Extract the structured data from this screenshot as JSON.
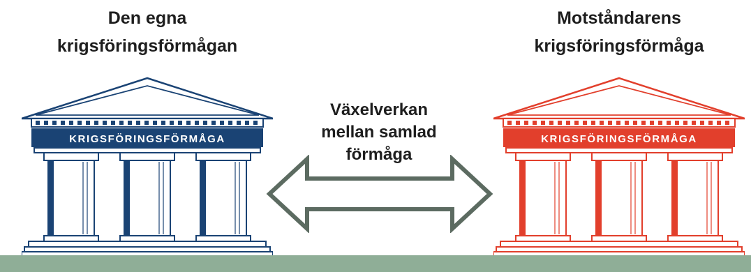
{
  "left": {
    "heading_line1": "Den egna",
    "heading_line2": "krigsföringsförmågan",
    "banner": "KRIGSFÖRINGSFÖRMÅGA",
    "color": "#1a4374"
  },
  "right": {
    "heading_line1": "Motståndarens",
    "heading_line2": "krigsföringsförmåga",
    "banner": "KRIGSFÖRINGSFÖRMÅGA",
    "color": "#e23f2c"
  },
  "center": {
    "line1": "Växelverkan",
    "line2": "mellan samlad",
    "line3": "förmåga"
  },
  "colors": {
    "arrow": "#5c6b61",
    "ground": "#8fae97"
  },
  "icons": [
    "temple-icon",
    "double-arrow-icon"
  ]
}
